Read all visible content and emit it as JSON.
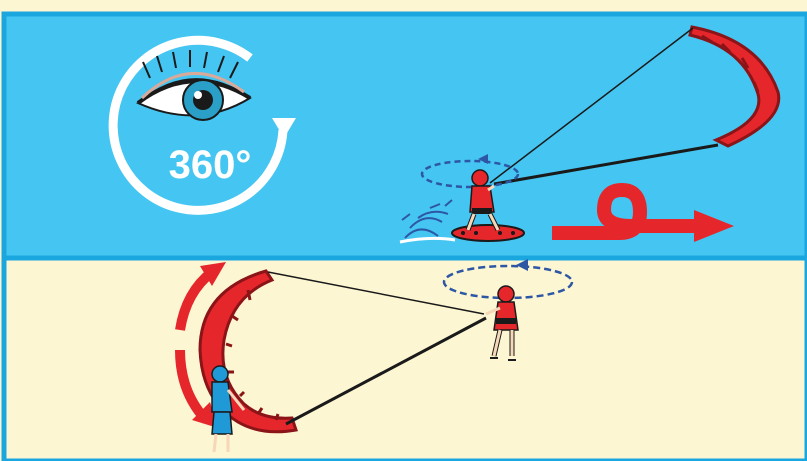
{
  "badge": {
    "label": "360°",
    "icon": "eye-icon"
  },
  "colors": {
    "sky": "#45c5f1",
    "sky_border": "#1aa6df",
    "sand": "#fdf6d3",
    "kite_red": "#e5262b",
    "kite_dark": "#8a1418",
    "arrow_red": "#e5262b",
    "path_blue": "#2d56a5",
    "rider_red": "#e5262b",
    "rider_blue": "#1f9ad6",
    "skin": "#f6d7b8",
    "line": "#1a1a1a"
  },
  "panels": [
    {
      "name": "water-scene",
      "background": "sky"
    },
    {
      "name": "beach-scene",
      "background": "sand"
    }
  ]
}
